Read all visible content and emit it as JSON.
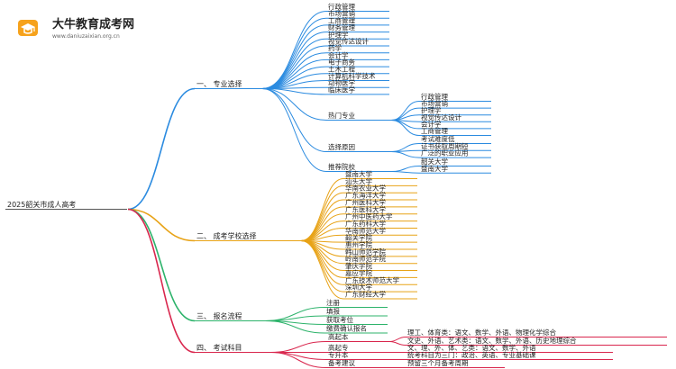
{
  "logo": {
    "brand": "大牛教育成考网",
    "url": "www.daniuzaixian.org.cn",
    "icon": "graduation-cap-icon"
  },
  "root": "2025韶关市成人高考",
  "colors": {
    "branch1": "#2b8be0",
    "branch2": "#e8a317",
    "branch3": "#2db36b",
    "branch4": "#d9264d"
  },
  "branches": [
    {
      "label": "一、 专业选择",
      "items": [
        "行政管理",
        "市场营销",
        "工商管理",
        "财务管理",
        "护理学",
        "视觉传达设计",
        "药学",
        "会计学",
        "电子商务",
        "土木工程",
        "计算机科学技术",
        "动物医学",
        "临床医学"
      ],
      "groups": [
        {
          "label": "热门专业",
          "items": [
            "行政管理",
            "市场营销",
            "护理学",
            "视觉传达设计",
            "会计学",
            "工商管理"
          ]
        },
        {
          "label": "选择原因",
          "items": [
            "考试难度低",
            "证书获取周期短",
            "广泛的职业应用"
          ]
        },
        {
          "label": "推荐院校",
          "items": [
            "韶关大学",
            "暨南大学"
          ]
        }
      ]
    },
    {
      "label": "二、 成考学校选择",
      "items": [
        "暨南大学",
        "汕头大学",
        "华南农业大学",
        "广东海洋大学",
        "广州医科大学",
        "广东医科大学",
        "广州中医药大学",
        "广东药科大学",
        "华南师范大学",
        "韶关学院",
        "惠州学院",
        "韩山师范学院",
        "岭南师范学院",
        "肇庆学院",
        "嘉应学院",
        "广东技术师范大学",
        "深圳大学",
        "广东财经大学"
      ]
    },
    {
      "label": "三、 报名流程",
      "items": [
        "注册",
        "填报",
        "获取考位",
        "缴费确认报名"
      ]
    },
    {
      "label": "四、 考试科目",
      "groups": [
        {
          "label": "高起本",
          "items": [
            "理工、体育类：语文、数学、外语、物理化学综合",
            "文史、外语、艺术类：语文、数学、外语、历史地理综合"
          ]
        },
        {
          "label": "高起专",
          "items": [
            "文、理、外、体、艺类：语文、数学、外语"
          ]
        },
        {
          "label": "专升本",
          "items": [
            "统考科目为三门：政治、英语、专业基础课"
          ]
        },
        {
          "label": "备考建议",
          "items": [
            "预留三个月备考周期"
          ]
        }
      ]
    }
  ]
}
